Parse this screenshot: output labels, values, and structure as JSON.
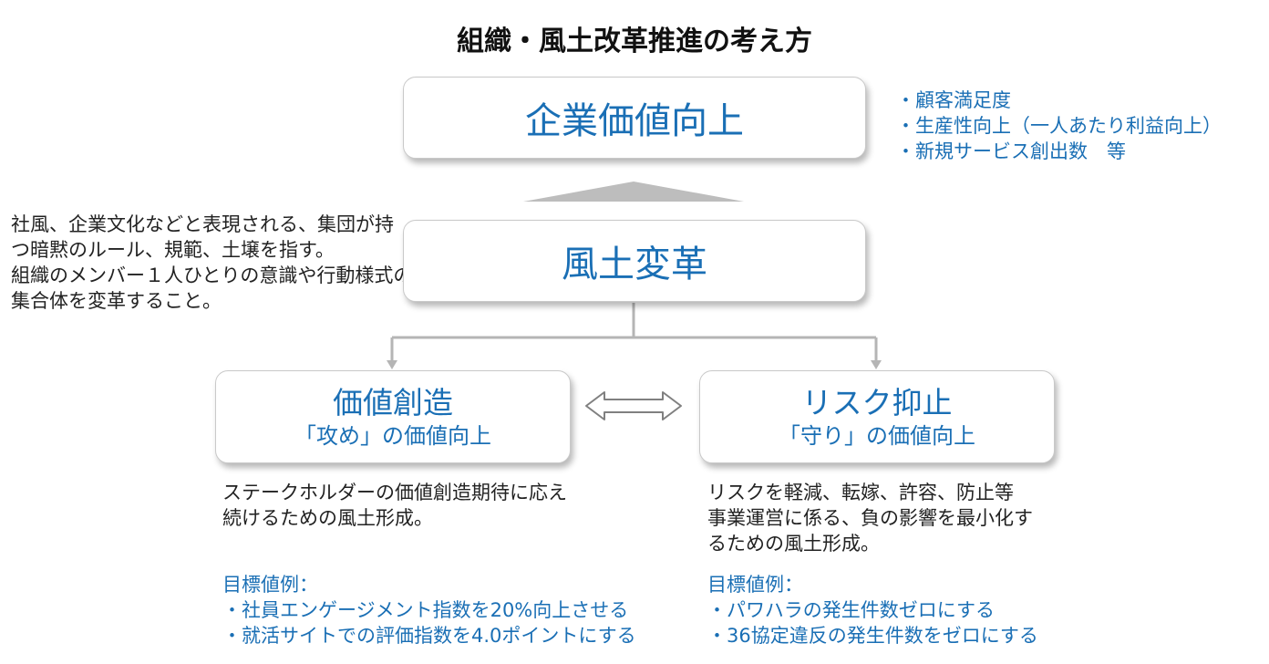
{
  "title": "組織・風土改革推進の考え方",
  "top_box": {
    "label": "企業価値向上"
  },
  "kpi_list": [
    "・顧客満足度",
    "・生産性向上（一人あたり利益向上）",
    "・新規サービス創出数　等"
  ],
  "middle_box": {
    "label": "風土変革"
  },
  "definition": [
    "社風、企業文化などと表現される、集団が持",
    "つ暗黙のルール、規範、土壌を指す。",
    "組織のメンバー１人ひとりの意識や行動様式の",
    "集合体を変革すること。"
  ],
  "left_box": {
    "title": "価値創造",
    "subtitle": "「攻め」の価値向上"
  },
  "right_box": {
    "title": "リスク抑止",
    "subtitle": "「守り」の価値向上"
  },
  "left_desc": [
    "ステークホルダーの価値創造期待に応え",
    "続けるための風土形成。"
  ],
  "right_desc": [
    "リスクを軽減、転嫁、許容、防止等",
    "事業運営に係る、負の影響を最小化す",
    "るための風土形成。"
  ],
  "left_targets": {
    "heading": "目標値例：",
    "items": [
      "・社員エンゲージメント指数を20%向上させる",
      "・就活サイトでの評価指数を4.0ポイントにする"
    ]
  },
  "right_targets": {
    "heading": "目標値例：",
    "items": [
      "・パワハラの発生件数ゼロにする",
      "・36協定違反の発生件数をゼロにする"
    ]
  },
  "colors": {
    "accent_blue": "#1a6fb5",
    "arrow_gray": "#b5b5b5",
    "text": "#222222"
  }
}
